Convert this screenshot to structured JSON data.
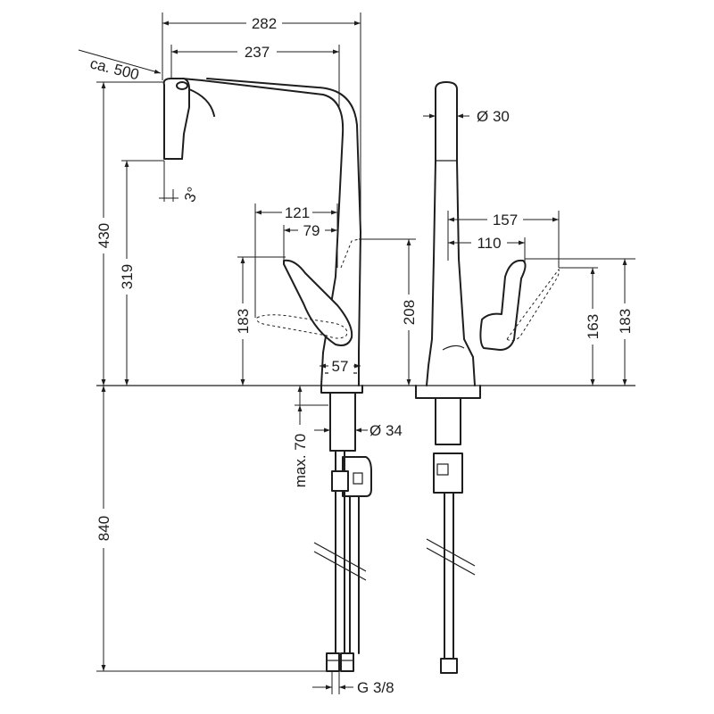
{
  "dimensions": {
    "width_overall": "282",
    "width_reach": "237",
    "hose_extension": "ca. 500",
    "spray_angle": "3°",
    "height_total": "430",
    "height_spout": "319",
    "height_lever_side": "183",
    "lever_reach_outer": "121",
    "lever_reach_inner": "79",
    "height_body": "208",
    "base_diameter": "57",
    "spout_diameter": "Ø 30",
    "side_reach_outer": "157",
    "side_reach_inner": "110",
    "side_height_inner": "163",
    "side_height_outer": "183",
    "max_deck": "max. 70",
    "shank_diameter": "Ø 34",
    "hose_length": "840",
    "thread": "G 3/8"
  },
  "colors": {
    "line": "#1e1e1e",
    "background": "#ffffff"
  }
}
